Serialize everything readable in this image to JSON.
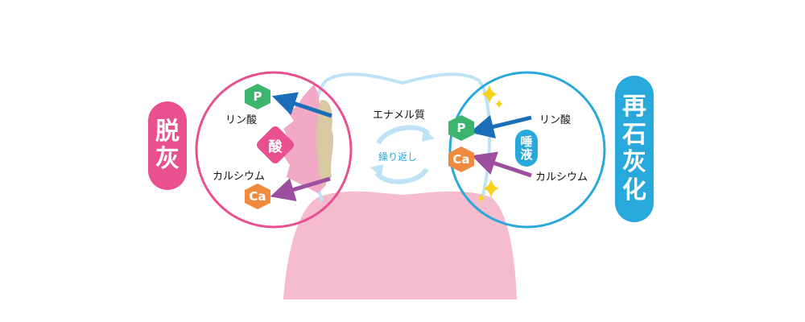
{
  "demineralization": {
    "title_chars": [
      "脱",
      "灰"
    ],
    "acid_label": "酸",
    "phosphate_label": "リン酸",
    "calcium_label": "カルシウム",
    "phosphate_symbol": "P",
    "calcium_symbol": "Ca"
  },
  "center": {
    "enamel_label": "エナメル質",
    "cycle_label": "繰り返し"
  },
  "remineralization": {
    "title_chars": [
      "再",
      "石",
      "灰",
      "化"
    ],
    "saliva_chars": [
      "唾",
      "液"
    ],
    "phosphate_label": "リン酸",
    "calcium_label": "カルシウム",
    "phosphate_symbol": "P",
    "calcium_symbol": "Ca"
  },
  "colors": {
    "pink": "#e9508f",
    "blue": "#29a8dc",
    "gum": "#f4bccd",
    "enamel_outline": "#bfe3f6",
    "phosphate": "#3db46d",
    "calcium": "#ef8a3e",
    "phosphate_arrow": "#1a6fb8",
    "calcium_arrow": "#9b4f9e",
    "decay": "#d9c9a3",
    "sparkle": "#f6d21b"
  }
}
